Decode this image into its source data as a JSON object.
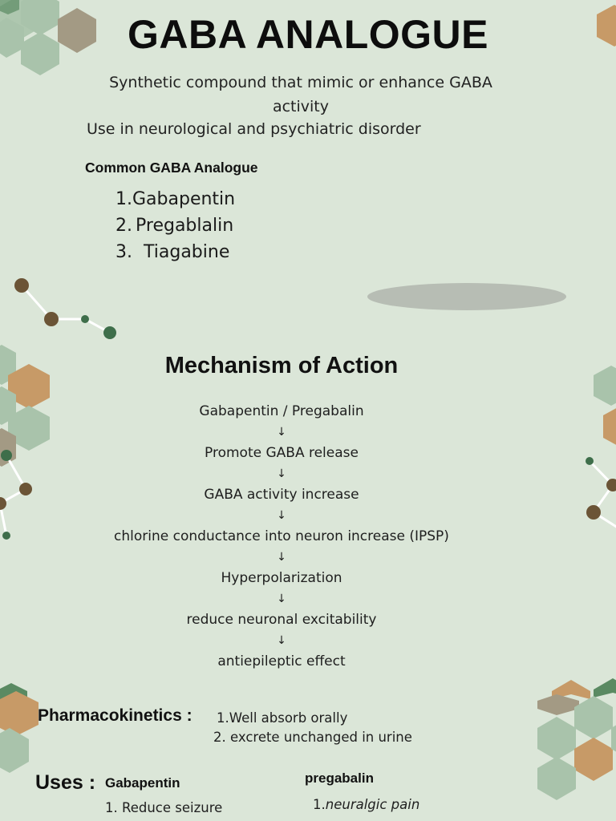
{
  "title": "GABA ANALOGUE",
  "intro": {
    "definition": "Synthetic  compound that mimic or enhance GABA activity",
    "use": "Use in neurological and psychiatric disorder"
  },
  "common": {
    "label": "Common GABA Analogue",
    "items": [
      {
        "num": "1.",
        "name": "Gabapentin"
      },
      {
        "num": "2.",
        "name": "Pregablalin"
      },
      {
        "num": "3.",
        "name": "Tiagabine"
      }
    ]
  },
  "mechanism": {
    "title": "Mechanism of Action",
    "arrow": "↓",
    "steps": [
      "Gabapentin / Pregabalin",
      "Promote GABA release",
      "GABA activity increase",
      "chlorine conductance into neuron increase (IPSP)",
      "Hyperpolarization",
      "reduce neuronal excitability",
      "antiepileptic effect"
    ]
  },
  "pharmacokinetics": {
    "label": "Pharmacokinetics :",
    "items": [
      "1.Well absorb orally",
      "2. excrete unchanged in urine"
    ]
  },
  "uses": {
    "label": "Uses :",
    "gabapentin": {
      "title": "Gabapentin",
      "items": [
        "1.  Reduce seizure"
      ]
    },
    "pregabalin": {
      "title": "pregabalin",
      "items": [
        {
          "num": "1.",
          "text": "neuralgic pain"
        }
      ]
    }
  },
  "colors": {
    "background": "#dbe6d8",
    "hex_pale_green": "#a9c3ab",
    "hex_tan": "#c79a67",
    "hex_taupe": "#a39a84",
    "hex_dark_green": "#5a8a62",
    "node_brown": "#6b5436",
    "node_green": "#3e6e4a"
  }
}
